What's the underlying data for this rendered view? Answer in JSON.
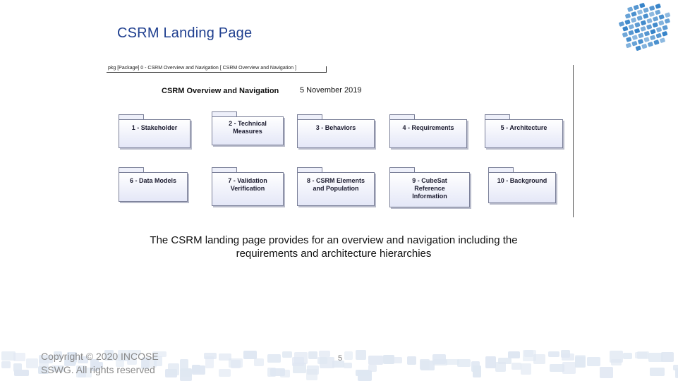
{
  "slide": {
    "title": "CSRM Landing Page",
    "caption_line1": "The CSRM landing page provides for an overview and navigation including the",
    "caption_line2": "requirements and architecture hierarchies",
    "copyright_line1": "Copyright © 2020 INCOSE",
    "copyright_line2": "SSWG. All rights reserved",
    "page_number": "5"
  },
  "diagram": {
    "header": "pkg [Package] 0 - CSRM Overview and Navigation [ CSRM Overview and Navigation ]",
    "title": "CSRM Overview and Navigation",
    "date": "5 November 2019",
    "packages": [
      {
        "label": "1 - Stakeholder"
      },
      {
        "label": "2 - Technical\nMeasures"
      },
      {
        "label": "3 - Behaviors"
      },
      {
        "label": "4 - Requirements"
      },
      {
        "label": "5 - Architecture"
      },
      {
        "label": "6 - Data Models"
      },
      {
        "label": "7 - Validation\nVerification"
      },
      {
        "label": "8 - CSRM Elements\nand Population"
      },
      {
        "label": "9 - CubeSat\nReference\nInformation"
      },
      {
        "label": "10 - Background"
      }
    ]
  },
  "colors": {
    "title": "#1f3f8f",
    "logo_blue": "#2f7fc7",
    "footer_tile": "#dfe7f2"
  },
  "icons": {
    "logo": "incose-globe-logo"
  }
}
